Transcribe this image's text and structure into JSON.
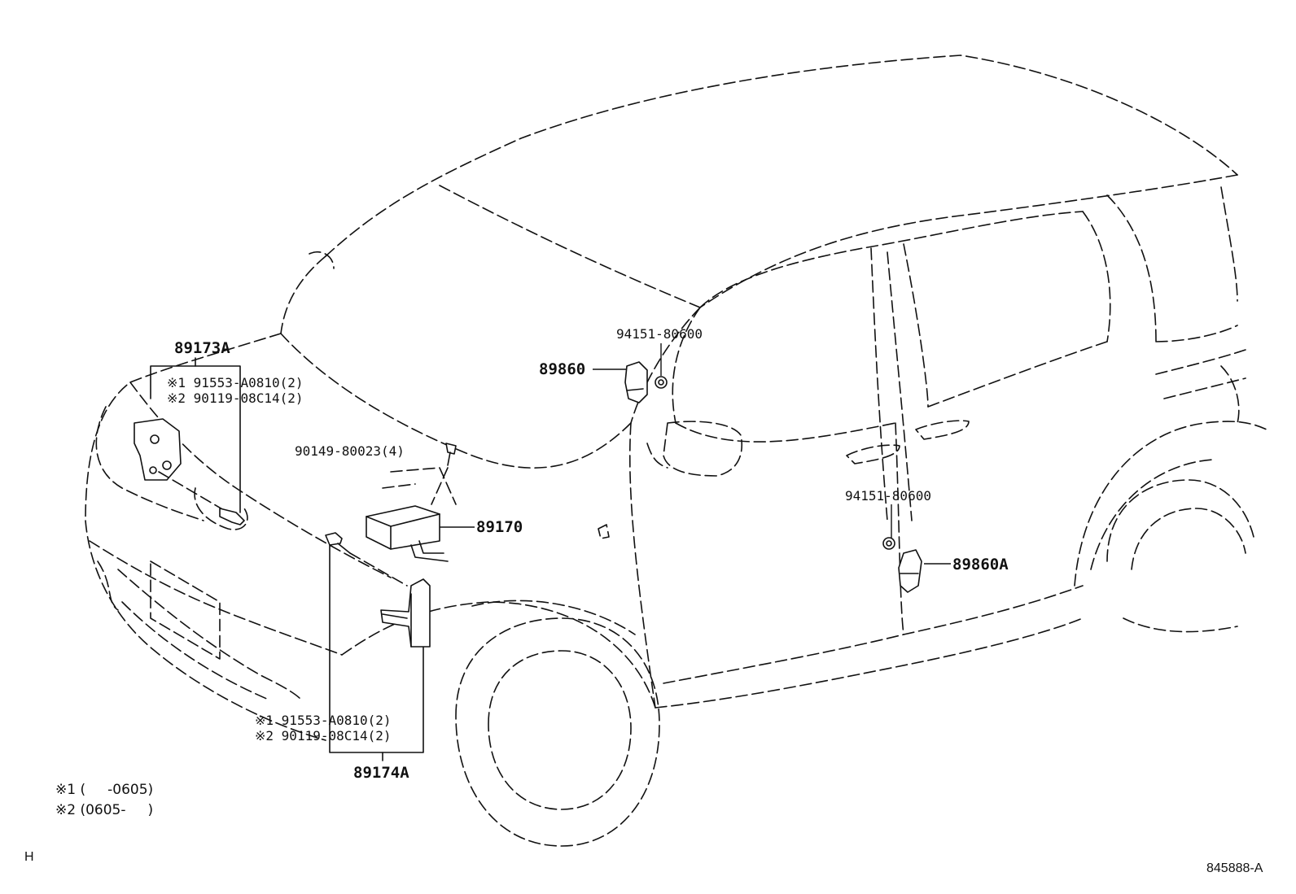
{
  "labels": {
    "p89173A": "89173A",
    "p89173A_note1": "※1 91553-A0810(2)",
    "p89173A_note2": "※2 90119-08C14(2)",
    "p90149": "90149-80023(4)",
    "p89170": "89170",
    "p89860": "89860",
    "p94151_top": "94151-80600",
    "p94151_mid": "94151-80600",
    "p89860A": "89860A",
    "p89174A_note1": "※1 91553-A0810(2)",
    "p89174A_note2": "※2 90119-08C14(2)",
    "p89174A": "89174A"
  },
  "legend": {
    "note1": "※1 (     -0605)",
    "note2": "※2 (0605-     )"
  },
  "footer": {
    "left_mark": "H",
    "diagram_code": "845888-A"
  }
}
